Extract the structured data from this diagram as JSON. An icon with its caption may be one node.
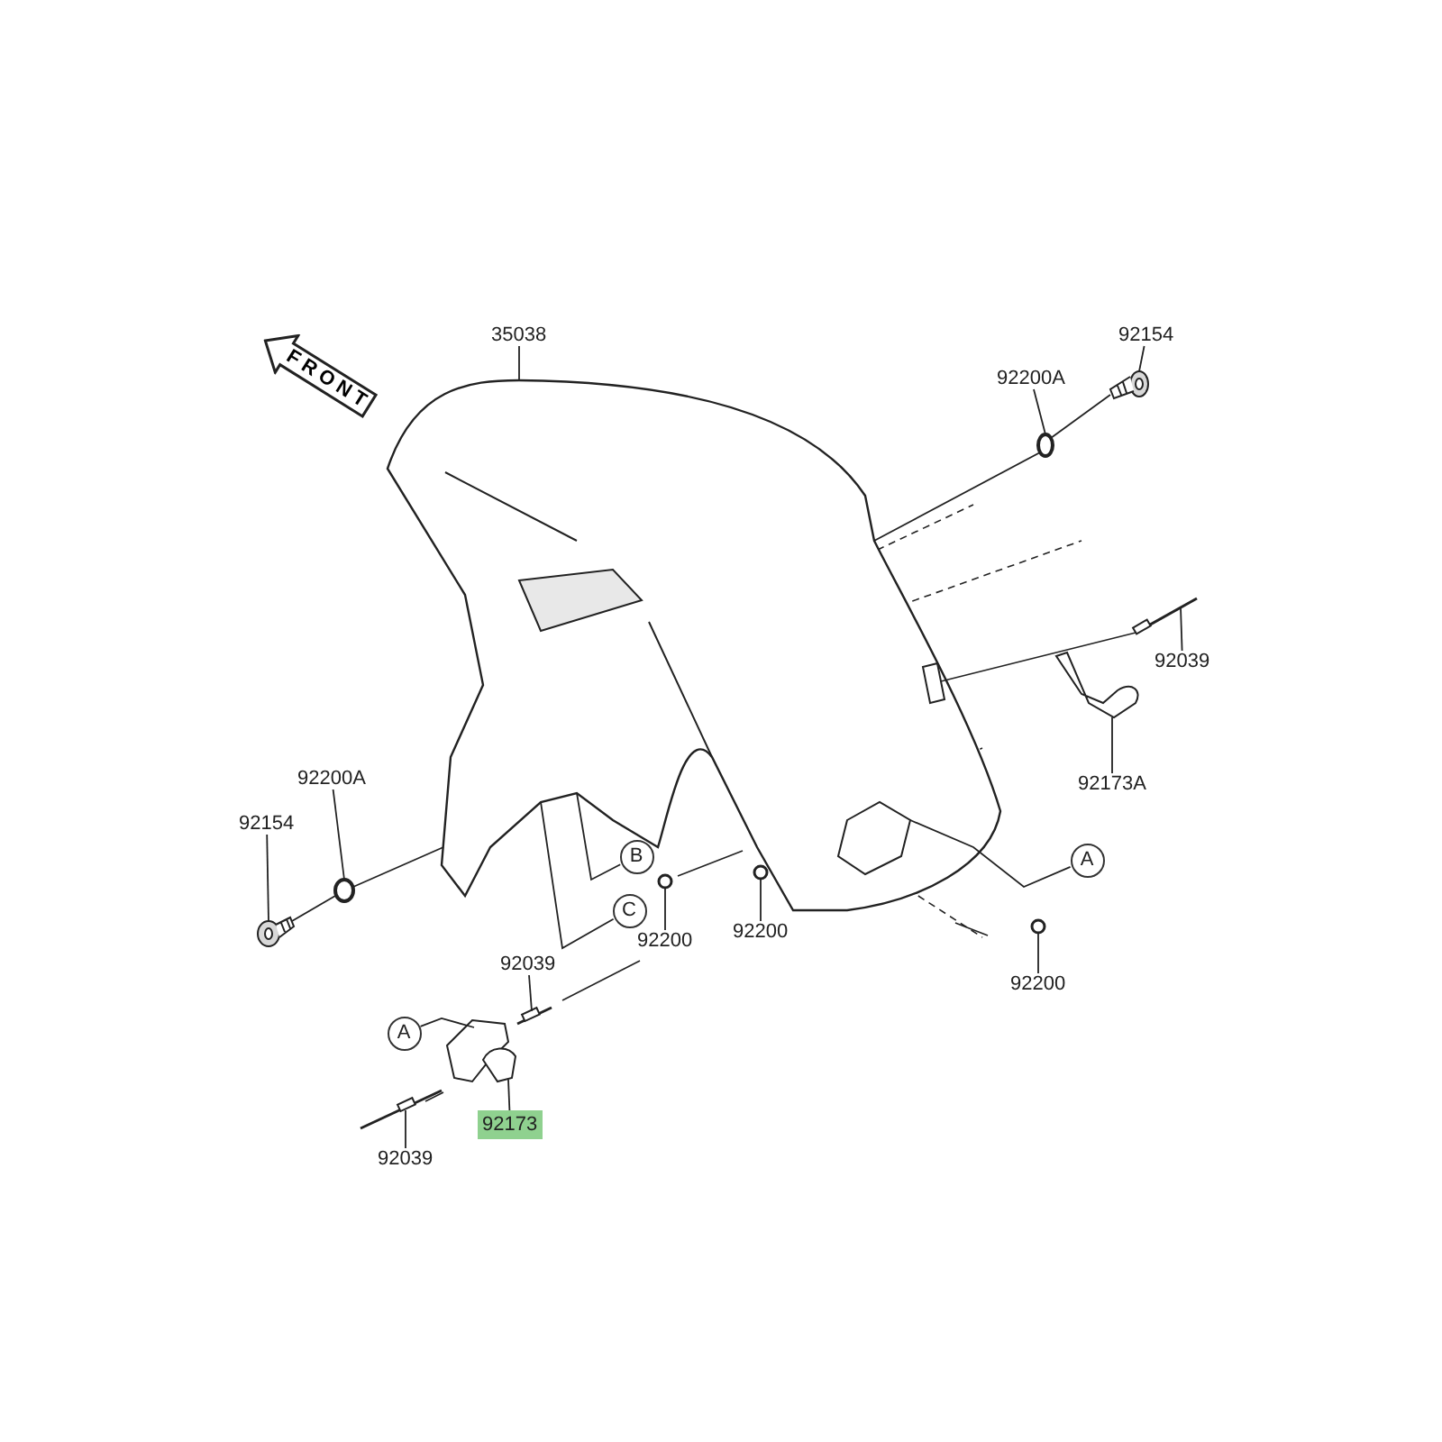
{
  "diagram": {
    "nodes": [
      {
        "text": [
          "FRONT"
        ]
      },
      {
        "text": [
          "35038"
        ]
      },
      {
        "text": [],
        "shape": "picture"
      },
      {
        "text": [
          "92154"
        ]
      },
      {
        "text": [],
        "shape": "picture"
      },
      {
        "text": [
          "92200A"
        ]
      },
      {
        "text": [],
        "shape": "circle"
      },
      {
        "text": [
          "92039"
        ]
      },
      {
        "text": [],
        "shape": "bar"
      },
      {
        "text": [
          "92173A"
        ]
      },
      {
        "text": [],
        "shape": "picture"
      },
      {
        "text": [
          "92200A"
        ]
      },
      {
        "text": [],
        "shape": "circle"
      },
      {
        "text": [
          "92154"
        ]
      },
      {
        "text": [],
        "shape": "picture"
      },
      {
        "text": [
          "B"
        ]
      },
      {
        "text": [
          "C"
        ]
      },
      {
        "text": [
          "92200"
        ]
      },
      {
        "text": [],
        "shape": "circle"
      },
      {
        "text": [
          "92200"
        ]
      },
      {
        "text": [],
        "shape": "circle"
      },
      {
        "text": [
          "A"
        ]
      },
      {
        "text": [
          "92200"
        ]
      },
      {
        "text": [],
        "shape": "circle"
      },
      {
        "text": [
          "92039"
        ]
      },
      {
        "text": [],
        "shape": "bar"
      },
      {
        "text": [
          "A"
        ]
      },
      {
        "text": [
          "92173"
        ]
      },
      {
        "text": [],
        "shape": "picture"
      },
      {
        "text": [
          "92039"
        ]
      },
      {
        "text": [],
        "shape": "picture"
      }
    ],
    "edges": [
      {
        "from": 1,
        "to": 2,
        "arrow": "none"
      },
      {
        "from": 3,
        "to": 4,
        "arrow": "none"
      },
      {
        "from": 5,
        "to": 6,
        "arrow": "none"
      },
      {
        "from": 7,
        "to": 8,
        "arrow": "none"
      },
      {
        "from": 9,
        "to": 10,
        "arrow": "none"
      },
      {
        "from": 11,
        "to": 12,
        "arrow": "none"
      },
      {
        "from": 13,
        "to": 14,
        "arrow": "none"
      },
      {
        "from": 15,
        "to": 2,
        "arrow": "none"
      },
      {
        "from": 16,
        "to": 2,
        "arrow": "none"
      },
      {
        "from": 17,
        "to": 18,
        "arrow": "none"
      },
      {
        "from": 19,
        "to": 20,
        "arrow": "none"
      },
      {
        "from": 21,
        "to": 2,
        "arrow": "none"
      },
      {
        "from": 22,
        "to": 23,
        "arrow": "none"
      },
      {
        "from": 24,
        "to": 25,
        "arrow": "none"
      },
      {
        "from": 26,
        "to": 28,
        "arrow": "none"
      },
      {
        "from": 27,
        "to": 28,
        "arrow": "none"
      },
      {
        "from": 29,
        "to": 30,
        "arrow": "none"
      },
      {
        "from": 4,
        "to": 6,
        "arrow": "none"
      },
      {
        "from": 6,
        "to": 2,
        "arrow": "none"
      },
      {
        "from": 8,
        "to": 2,
        "arrow": "none"
      },
      {
        "from": 14,
        "to": 12,
        "arrow": "none"
      },
      {
        "from": 12,
        "to": 2,
        "arrow": "none"
      }
    ]
  }
}
